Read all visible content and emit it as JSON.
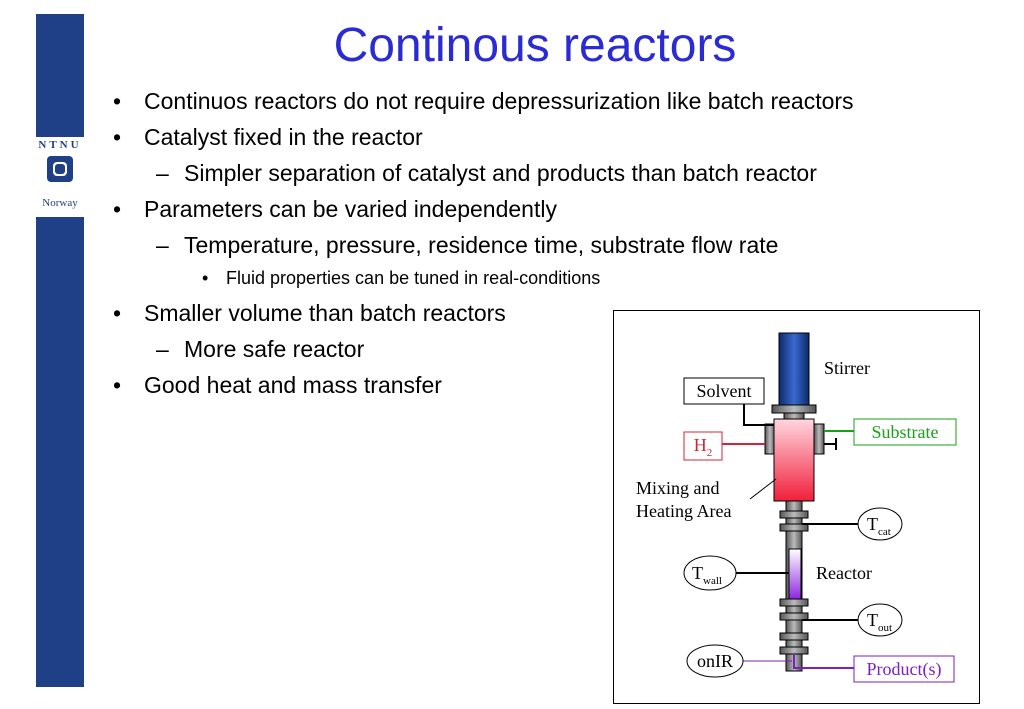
{
  "logo": {
    "top": "NTNU",
    "bottom": "Norway"
  },
  "title": "Continous reactors",
  "bullets": [
    {
      "marker": "•",
      "text": "Continuos reactors do not require depressurization like batch reactors"
    },
    {
      "marker": "•",
      "text": "Catalyst fixed in the reactor"
    },
    {
      "marker": "–",
      "text": "Simpler separation of catalyst and products than batch reactor"
    },
    {
      "marker": "•",
      "text": "Parameters can be varied independently"
    },
    {
      "marker": "–",
      "text": "Temperature, pressure, residence time, substrate flow rate"
    },
    {
      "marker": "•",
      "text": "Fluid properties can be tuned in real-conditions"
    },
    {
      "marker": "•",
      "text": "Smaller volume than batch reactors"
    },
    {
      "marker": "–",
      "text": "More safe reactor"
    },
    {
      "marker": "•",
      "text": "Good heat and mass transfer"
    }
  ],
  "diagram": {
    "stirrer": "Stirrer",
    "solvent": "Solvent",
    "substrate": "Substrate",
    "h2_main": "H",
    "h2_sub": "2",
    "mixing_line1": "Mixing and",
    "mixing_line2": "Heating Area",
    "t_cat_main": "T",
    "t_cat_sub": "cat",
    "t_wall_main": "T",
    "t_wall_sub": "wall",
    "reactor": "Reactor",
    "t_out_main": "T",
    "t_out_sub": "out",
    "onir": "onIR",
    "products": "Product(s)",
    "colors": {
      "stirrer": "#1f4aa0",
      "mixing": "#f03c50",
      "reactor": "#9a2ee8",
      "substrate": "#19a019",
      "h2": "#d0243a",
      "products": "#7a1fc0"
    }
  }
}
